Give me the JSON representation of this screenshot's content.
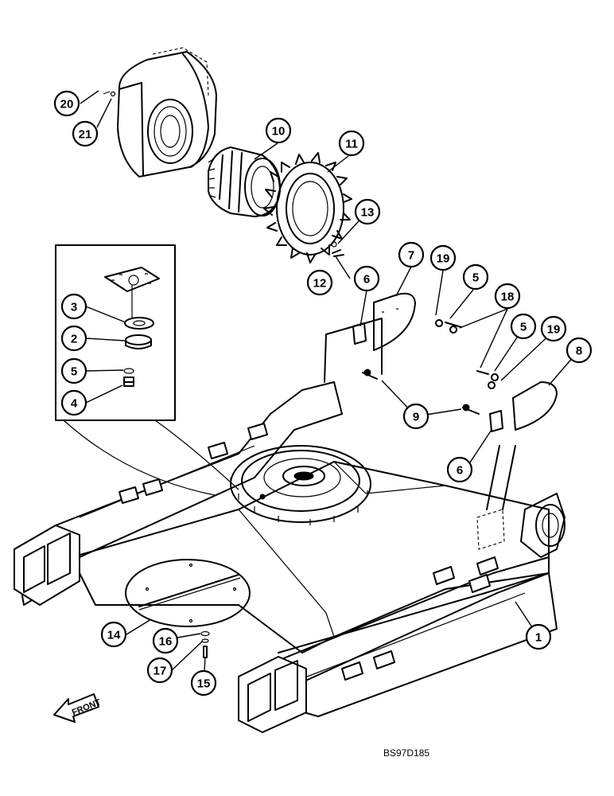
{
  "diagram": {
    "drawing_code": "BS97D185",
    "front_label": "FRONT",
    "callouts": [
      "20",
      "21",
      "10",
      "11",
      "13",
      "12",
      "7",
      "19",
      "5",
      "6",
      "18",
      "5",
      "19",
      "8",
      "3",
      "2",
      "5",
      "4",
      "9",
      "6",
      "14",
      "16",
      "17",
      "15",
      "1"
    ]
  }
}
